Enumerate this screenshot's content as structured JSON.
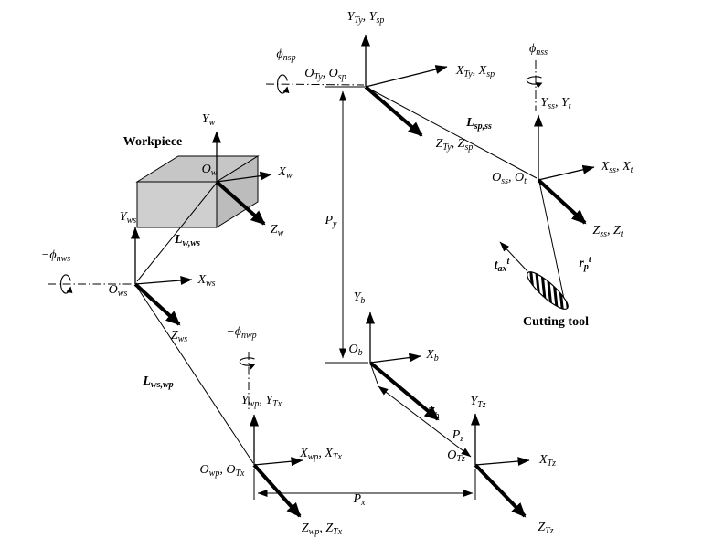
{
  "colors": {
    "line": "#000000",
    "background": "#ffffff",
    "workpiece_top": "#c6c6c6",
    "workpiece_front": "#cfcfcf",
    "workpiece_side": "#bcbcbc"
  },
  "frames": {
    "sp": {
      "y": "Y_{Ty}, Y_{sp}",
      "x": "X_{Ty}, X_{sp}",
      "z": "Z_{Ty}, Z_{sp}",
      "origin": "O_{Ty}, O_{sp}",
      "rotation": "ϕ_{nsp}"
    },
    "ss": {
      "y": "Y_{ss}, Y_{t}",
      "x": "X_{ss}, X_{t}",
      "z": "Z_{ss}, Z_{t}",
      "origin": "O_{ss}, O_{t}",
      "rotation": "ϕ_{nss}"
    },
    "w": {
      "y": "Y_{w}",
      "x": "X_{w}",
      "z": "Z_{w}",
      "origin": "O_{w}"
    },
    "ws": {
      "y": "Y_{ws}",
      "x": "X_{ws}",
      "z": "Z_{ws}",
      "origin": "O_{ws}",
      "rotation": "−ϕ_{nws}"
    },
    "b": {
      "y": "Y_{b}",
      "x": "X_{b}",
      "z": "Z_{b}",
      "origin": "O_{b}"
    },
    "wp": {
      "y": "Y_{wp}, Y_{Tx}",
      "x": "X_{wp}, X_{Tx}",
      "z": "Z_{wp}, Z_{Tx}",
      "origin": "O_{wp}, O_{Tx}",
      "rotation": "−ϕ_{nwp}"
    },
    "tz": {
      "y": "Y_{Tz}",
      "x": "X_{Tz}",
      "z": "Z_{Tz}",
      "origin": "O_{Tz}"
    }
  },
  "vectors": {
    "l_sp_ss": "L_{sp,ss}",
    "l_w_ws": "L_{w,ws}",
    "l_ws_wp": "L_{ws,wp}",
    "t_ax": "t_{ax}^{t}",
    "r_p": "r_{p}^{t}"
  },
  "dimensions": {
    "px": "P_{x}",
    "py": "P_{y}",
    "pz": "P_{z}"
  },
  "captions": {
    "workpiece": "Workpiece",
    "cutting_tool": "Cutting tool"
  }
}
